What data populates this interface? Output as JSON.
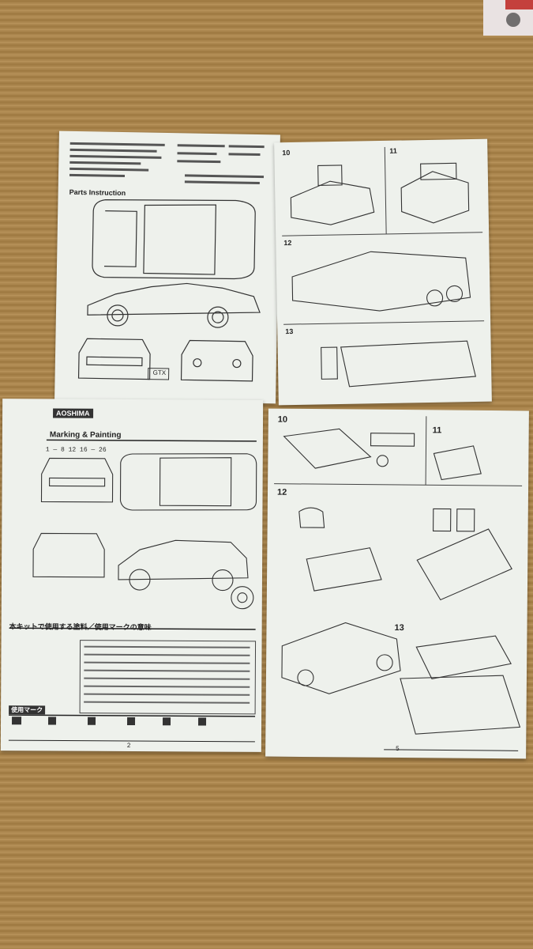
{
  "scene": {
    "description_tags": [
      "tatami-mat",
      "instruction-manual-pages",
      "scale-model-kit"
    ]
  },
  "sheet_top_left": {
    "heading": "Parts Instruction",
    "car_plate": "GTX"
  },
  "sheet_top_right": {
    "steps": [
      "10",
      "11",
      "12",
      "13"
    ]
  },
  "sheet_bottom_left": {
    "brand": "AOSHIMA",
    "section_title": "Marking & Painting",
    "marking_row": "1 — 8 12 16 — 26",
    "paint_section_title": "本キットで使用する塗料／使用マークの意味",
    "mark_label": "使用マーク",
    "page_number": "2"
  },
  "sheet_bottom_right": {
    "steps": [
      "10",
      "11",
      "12",
      "13"
    ],
    "page_number": "5"
  },
  "colors": {
    "tatami": "#b38d52",
    "paper": "#eef1ec",
    "ink": "#222222"
  }
}
